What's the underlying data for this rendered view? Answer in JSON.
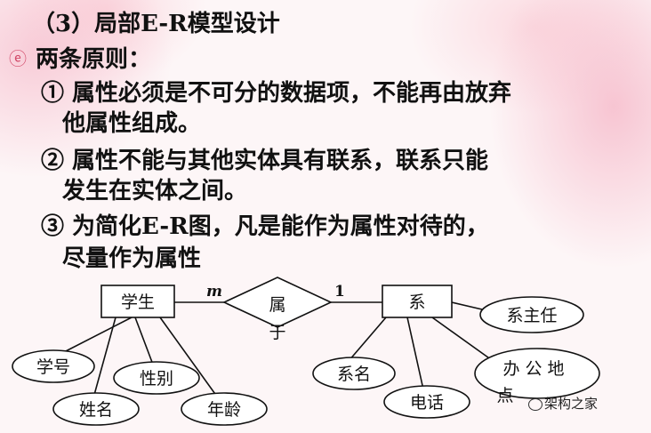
{
  "slide": {
    "title": "（3）局部E-R模型设计",
    "rules_heading": "两条原则：",
    "rules": [
      {
        "line1": "① 属性必须是不可分的数据项，不能再由放弃",
        "line2": "他属性组成。"
      },
      {
        "line1": "② 属性不能与其他实体具有联系，联系只能",
        "line2": "发生在实体之间。"
      },
      {
        "line1": "③ 为简化E-R图，凡是能作为属性对待的，",
        "line2": "尽量作为属性"
      }
    ]
  },
  "diagram": {
    "entity_left": "学生",
    "entity_right": "系",
    "relationship_line1": "属",
    "relationship_line2": "于",
    "card_left": "m",
    "card_right": "1",
    "student_attrs": [
      "学号",
      "姓名",
      "性别",
      "年龄"
    ],
    "dept_attrs": [
      "系名",
      "电话",
      "系主任"
    ],
    "dept_addr_line1": "办 公 地",
    "dept_addr_line2": "点"
  },
  "watermark": {
    "text": "架构之家",
    "icon": "wechat-icon"
  }
}
